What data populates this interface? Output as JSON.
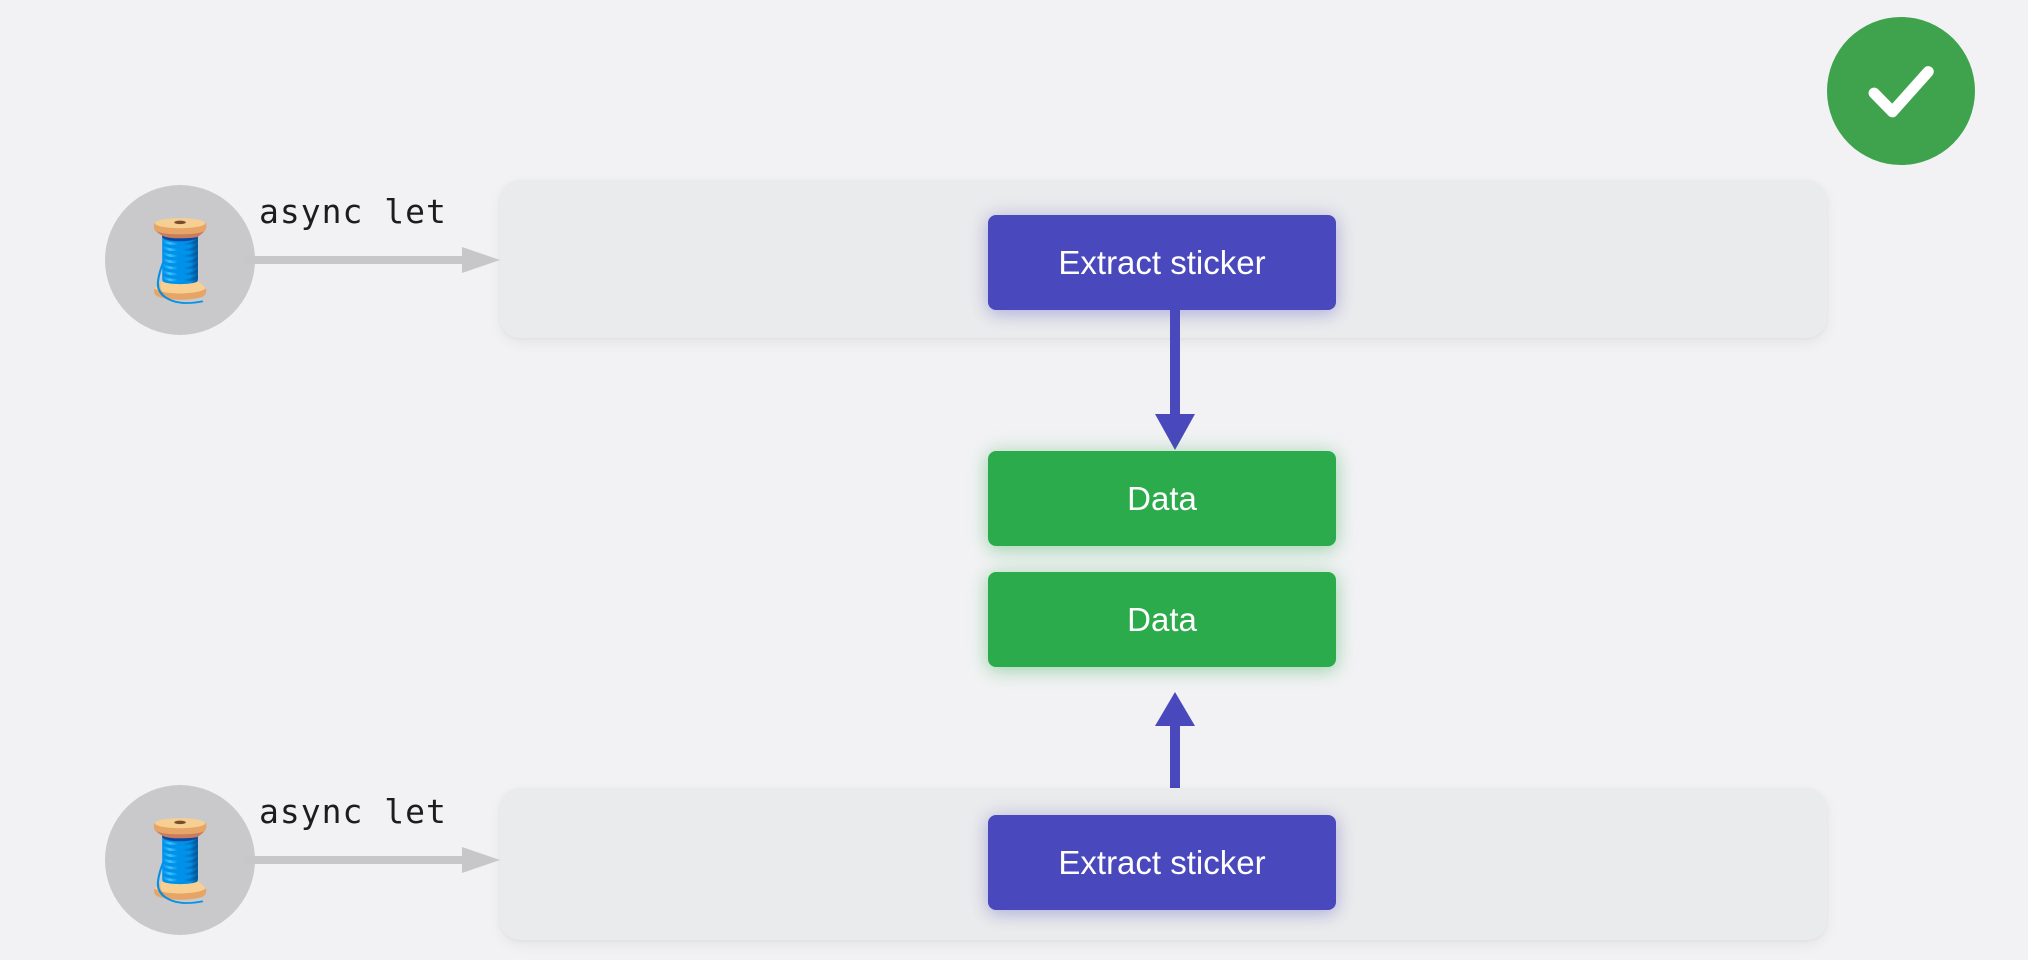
{
  "page": {
    "background_color": "#f2f2f4",
    "title": "async let concurrency diagram"
  },
  "status_badge": {
    "icon": "checkmark-icon",
    "color": "#3fa34d",
    "meaning": "success"
  },
  "lanes": [
    {
      "id": "top",
      "avatar_icon": "thread-spool-emoji",
      "avatar_glyph": "🧵",
      "avatar_background": "#c9c9cb",
      "label": "async let",
      "connector_icon": "gray-arrow-right-icon",
      "connector_color": "#c7c7c9",
      "lane_color": "#eaebec",
      "node": {
        "label": "Extract sticker",
        "color": "#4a48bd",
        "text_color": "#ffffff"
      }
    },
    {
      "id": "bottom",
      "avatar_icon": "thread-spool-emoji",
      "avatar_glyph": "🧵",
      "avatar_background": "#c9c9cb",
      "label": "async let",
      "connector_icon": "gray-arrow-right-icon",
      "connector_color": "#c7c7c9",
      "lane_color": "#eaebec",
      "node": {
        "label": "Extract sticker",
        "color": "#4a48bd",
        "text_color": "#ffffff"
      }
    }
  ],
  "results": [
    {
      "label": "Data",
      "color": "#2cab4c",
      "text_color": "#ffffff"
    },
    {
      "label": "Data",
      "color": "#2cab4c",
      "text_color": "#ffffff"
    }
  ],
  "flow_arrows": [
    {
      "id": "down",
      "direction": "down",
      "color": "#4a48bd",
      "from": "Extract sticker",
      "to": "Data"
    },
    {
      "id": "up",
      "direction": "up",
      "color": "#4a48bd",
      "from": "Extract sticker",
      "to": "Data"
    }
  ]
}
